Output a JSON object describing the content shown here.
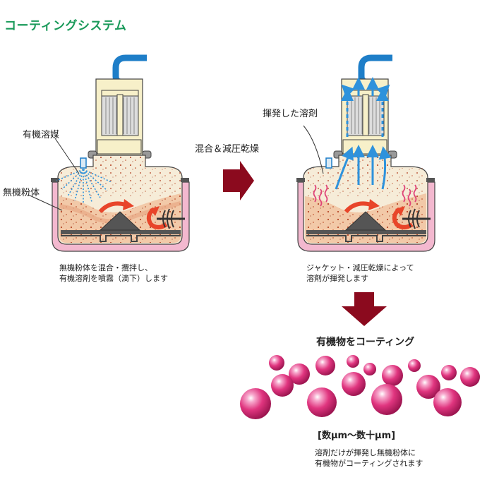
{
  "title": "コーティングシステム",
  "labels": {
    "organic_solvent": "有機溶媒",
    "inorganic_powder": "無機粉体",
    "process": "混合＆減圧乾燥",
    "evaporated_solvent": "揮発した溶剤",
    "coating_result": "有機物をコーティング",
    "size_range": "[数μm〜数十μm]"
  },
  "captions": {
    "left_line1": "無機粉体を混合・攪拌し、",
    "left_line2": "有機溶剤を噴霧（滴下）します",
    "right_line1": "ジャケット・減圧乾燥によって",
    "right_line2": "溶剤が揮発します",
    "bottom_line1": "溶剤だけが揮発し無機粉体に",
    "bottom_line2": "有機物がコーティングされます"
  },
  "colors": {
    "title": "#1a9a5a",
    "pipe": "#1e7ec8",
    "jacket": "#f3b8cf",
    "powder": "#f2c9a8",
    "arrow": "#8b0a1e",
    "rotor": "#e8452a",
    "vapor": "#e0457a",
    "particle": "#e0357f"
  }
}
